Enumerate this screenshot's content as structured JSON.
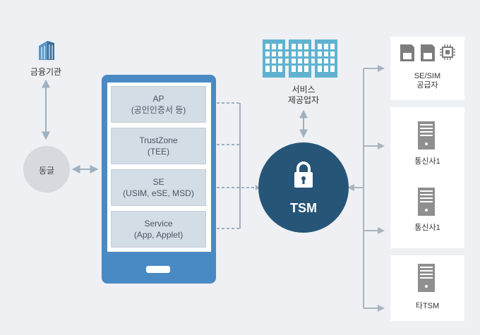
{
  "financial_institution": {
    "label": "금융기관",
    "icon": "building-icon"
  },
  "dongle": {
    "label": "동글"
  },
  "phone": {
    "slots": [
      {
        "title": "AP",
        "subtitle": "(공인인증서 등)"
      },
      {
        "title": "TrustZone",
        "subtitle": "(TEE)"
      },
      {
        "title": "SE",
        "subtitle": "(USIM, eSE, MSD)"
      },
      {
        "title": "Service",
        "subtitle": "(App, Applet)"
      }
    ]
  },
  "service_provider": {
    "line1": "서비스",
    "line2": "제공업자",
    "icon": "buildings-icon"
  },
  "tsm": {
    "label": "TSM",
    "icon": "lock-icon"
  },
  "right_panels": {
    "sim_supplier": {
      "line1": "SE/SIM",
      "line2": "공급자"
    },
    "telecom_1": {
      "label": "통신사1"
    },
    "telecom_2": {
      "label": "통신사1"
    },
    "other_tsm": {
      "label": "타TSM"
    }
  },
  "colors": {
    "background": "#eef0f3",
    "phone": "#4a8ac4",
    "tsm": "#265577",
    "connector": "#9fb0bf"
  }
}
